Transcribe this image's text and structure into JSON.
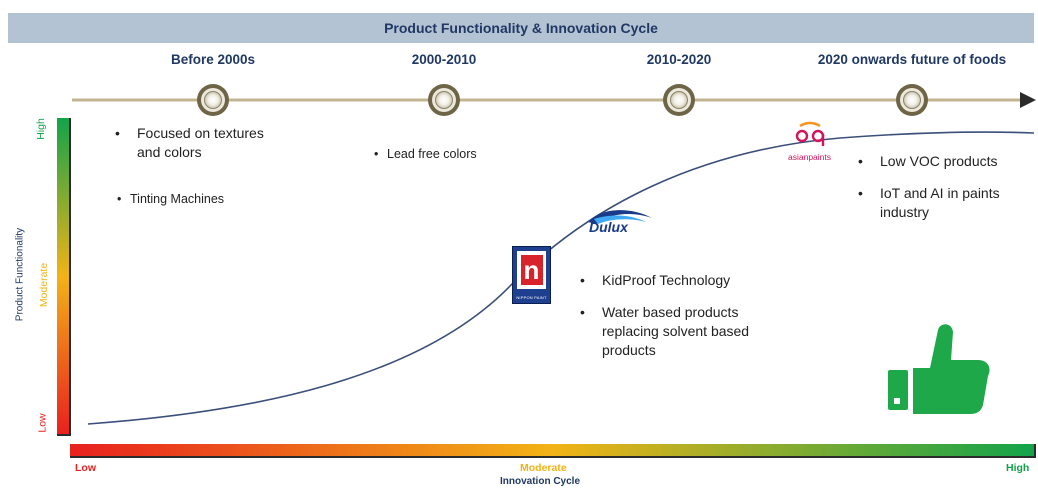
{
  "title": "Product Functionality & Innovation Cycle",
  "eras": [
    "Before 2000s",
    "2000-2010",
    "2010-2020",
    "2020 onwards future of foods"
  ],
  "y_axis": {
    "title": "Product Functionality",
    "levels": {
      "high": "High",
      "moderate": "Moderate",
      "low": "Low"
    }
  },
  "x_axis": {
    "title": "Innovation Cycle",
    "levels": {
      "low": "Low",
      "moderate": "Moderate",
      "high": "High"
    }
  },
  "notes": {
    "era1_a": "Focused on textures and colors",
    "era1_b": "Tinting Machines",
    "era2_a": "Lead free colors",
    "era3_a": "KidProof Technology",
    "era3_b": "Water based products replacing solvent based products",
    "era4_a": "Low VOC products",
    "era4_b": "IoT and AI in paints industry"
  },
  "logos": {
    "nippon": "NIPPON PAINT",
    "dulux": "Dulux",
    "asian": "asianpaints"
  },
  "colors": {
    "title_bg": "#b4c3d3",
    "title_text": "#1f3864",
    "timeline": "#c2b490",
    "curve": "#3b4f7a",
    "thumb": "#1fa84a",
    "low": "#e8211e",
    "moderate": "#f2b316",
    "high": "#12a34a"
  },
  "icons": {
    "approval": "thumbs-up-icon",
    "milestone": "circle-node-icon"
  }
}
